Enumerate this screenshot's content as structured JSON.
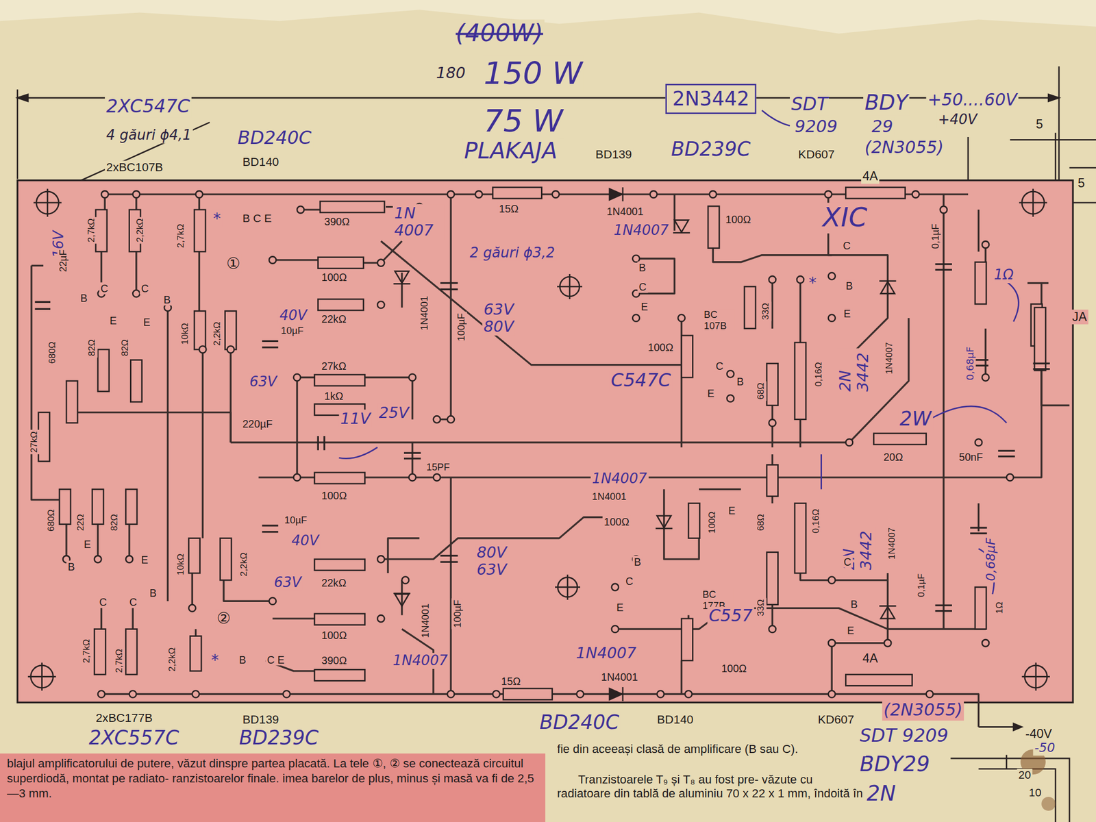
{
  "diagram": {
    "nodes": [
      {
        "text": [
          "2N3442"
        ]
      },
      {
        "text": [
          "blajul amplificatorului de putere, văzut dinspre partea placată. La tele ①, ② se conectează circuitul superdiodă, montat pe radiato- ranzistoarelor finale. imea barelor de plus, minus și masă va fi de 2,5—3 mm."
        ]
      }
    ],
    "labels": [
      "(400W)",
      "180",
      "150 W",
      "75 W",
      "SDT",
      "BDY",
      "+50....60V",
      "9209",
      "29",
      "+40V",
      "2XC547C",
      "4 găuri ϕ4,1",
      "BD240C",
      "2xBC107B",
      "BD140",
      "PLAKAJA",
      "BD139",
      "BD239C",
      "KD607",
      "(2N3055)",
      "5",
      "5",
      "2,7kΩ",
      "2,2kΩ",
      "*",
      "B C E",
      "390Ω",
      "1N 4007",
      "15Ω",
      "1N4001",
      "1N4007",
      "100Ω",
      "4A",
      "XIC",
      "C",
      "0,1µF",
      "1Ω",
      "JA",
      "16V",
      "22µF",
      "C",
      "C",
      "2,7kΩ",
      "B",
      "E",
      "E",
      "B",
      "①",
      "100Ω",
      "1N4001",
      "22kΩ",
      "40V",
      "10µF",
      "63V",
      "2 găuri ϕ3,2",
      "100µF",
      "63V",
      "80V",
      "680Ω",
      "82Ω",
      "82Ω",
      "10kΩ",
      "2,2kΩ",
      "27kΩ",
      "1kΩ",
      "220µF",
      "11V",
      "25V",
      "15PF",
      "100Ω",
      "27kΩ",
      "B",
      "C",
      "E",
      "B",
      "E",
      "BC 107B",
      "33Ω",
      "*",
      "100Ω",
      "C547C",
      "C",
      "B",
      "E",
      "68Ω",
      "0,16Ω",
      "2N 3442",
      "1N4007",
      "0,68µF",
      "2W",
      "20Ω",
      "50nF",
      "1N4007",
      "1N4001",
      "100Ω",
      "100Ω",
      "E",
      "68Ω",
      "0,16Ω",
      "2N 3442",
      "1N4007",
      "0,1µF",
      "0,68µF",
      "C",
      "B",
      "C",
      "E",
      "BC 177B",
      "C557",
      "33Ω",
      "B",
      "E",
      "100Ω",
      "1Ω",
      "680Ω",
      "22Ω",
      "82Ω",
      "B",
      "E",
      "E",
      "B",
      "10kΩ",
      "2,2kΩ",
      "10µF",
      "40V",
      "63V",
      "22kΩ",
      "80V",
      "63V",
      "100µF",
      "1N4001",
      "②",
      "100Ω",
      "C",
      "C",
      "2,7kΩ",
      "2,7kΩ",
      "2,2kΩ",
      "*",
      "B",
      "C E",
      "390Ω",
      "1N4007",
      "1N4007",
      "15Ω",
      "1N4001",
      "4A",
      "2xBC177B",
      "2XC557C",
      "BD139",
      "BD239C",
      "BD240C",
      "BD140",
      "KD607",
      "(2N3055)",
      "SDT 9209",
      "BDY29",
      "2N",
      "-40V",
      "-50",
      "fie din aceeași clasă de amplificare (B sau C).",
      "Tranzistoarele T₉ și T₈ au fost pre- văzute cu radiatoare din tablă de aluminiu 70 x 22 x 1 mm, îndoită în",
      "20",
      "10"
    ]
  }
}
